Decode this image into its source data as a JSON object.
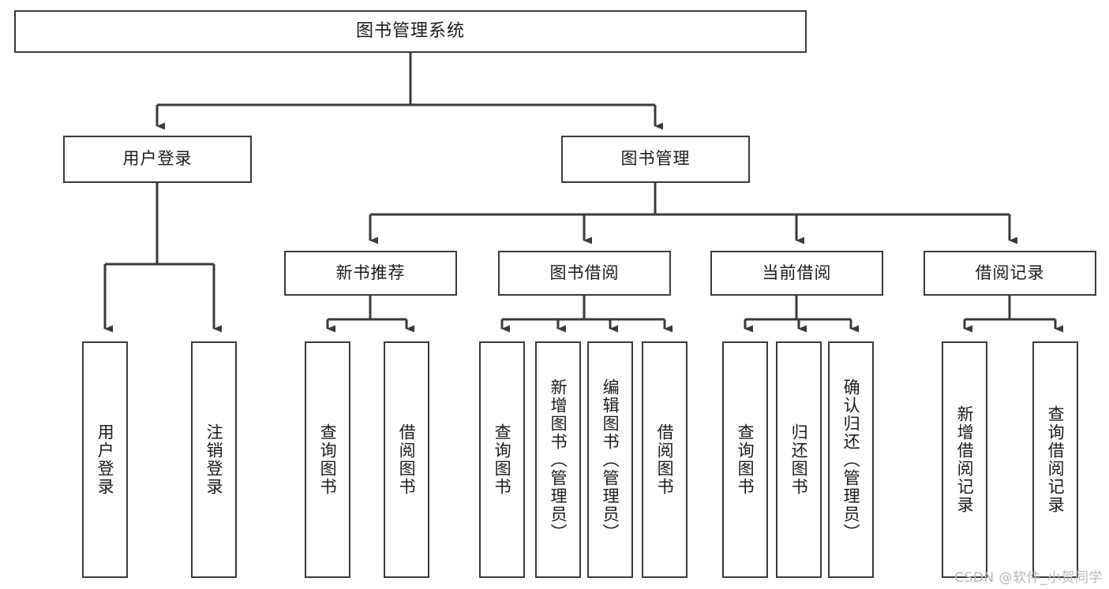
{
  "diagram": {
    "title": "图书管理系统",
    "watermark": "CSDN @软件_小贺同学",
    "line_color": "#3a3a3a",
    "text_color": "#1a1a1a",
    "background": "#ffffff",
    "watermark_color": "#b9b9b9"
  },
  "nodes": {
    "root": {
      "label": "图书管理系统"
    },
    "level2": [
      {
        "id": "user-login",
        "label": "用户登录"
      },
      {
        "id": "book-manage",
        "label": "图书管理"
      }
    ],
    "level3": [
      {
        "id": "new-book-recommend",
        "label": "新书推荐"
      },
      {
        "id": "book-borrow",
        "label": "图书借阅"
      },
      {
        "id": "current-borrow",
        "label": "当前借阅"
      },
      {
        "id": "borrow-record",
        "label": "借阅记录"
      }
    ],
    "leaves": [
      {
        "id": "leaf-user-login",
        "label": "用户登录",
        "parent": "user-login"
      },
      {
        "id": "leaf-user-logout",
        "label": "注销登录",
        "parent": "user-login"
      },
      {
        "id": "leaf-query-book-1",
        "label": "查询图书",
        "parent": "new-book-recommend"
      },
      {
        "id": "leaf-borrow-book-1",
        "label": "借阅图书",
        "parent": "new-book-recommend"
      },
      {
        "id": "leaf-query-book-2",
        "label": "查询图书",
        "parent": "book-borrow"
      },
      {
        "id": "leaf-add-book",
        "label": "新增图书（管理员）",
        "parent": "book-borrow"
      },
      {
        "id": "leaf-edit-book",
        "label": "编辑图书（管理员）",
        "parent": "book-borrow"
      },
      {
        "id": "leaf-borrow-book-2",
        "label": "借阅图书",
        "parent": "book-borrow"
      },
      {
        "id": "leaf-query-book-3",
        "label": "查询图书",
        "parent": "current-borrow"
      },
      {
        "id": "leaf-return-book",
        "label": "归还图书",
        "parent": "current-borrow"
      },
      {
        "id": "leaf-confirm-return",
        "label": "确认归还（管理员）",
        "parent": "current-borrow"
      },
      {
        "id": "leaf-add-record",
        "label": "新增借阅记录",
        "parent": "borrow-record"
      },
      {
        "id": "leaf-query-record",
        "label": "查询借阅记录",
        "parent": "borrow-record"
      }
    ]
  }
}
